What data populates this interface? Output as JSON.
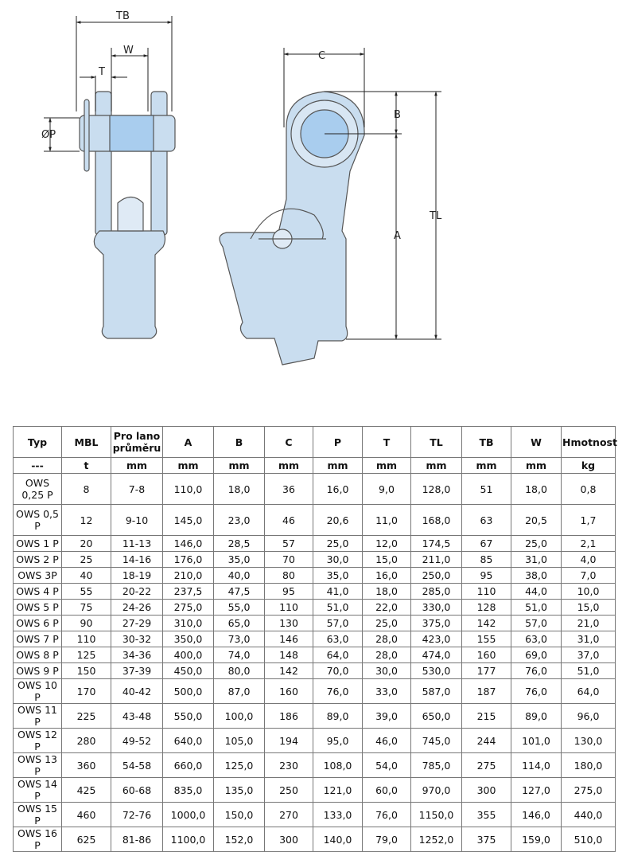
{
  "drawing": {
    "labels": {
      "TB": "TB",
      "W": "W",
      "T": "T",
      "P": "ØP",
      "C": "C",
      "B": "B",
      "A": "A",
      "TL": "TL"
    },
    "fill_color": "#c9ddef",
    "outline_color": "#555555"
  },
  "table": {
    "headers": [
      "Typ",
      "MBL",
      "Pro lano průměru",
      "A",
      "B",
      "C",
      "P",
      "T",
      "TL",
      "TB",
      "W",
      "Hmotnost"
    ],
    "units": [
      "---",
      "t",
      "mm",
      "mm",
      "mm",
      "mm",
      "mm",
      "mm",
      "mm",
      "mm",
      "mm",
      "kg"
    ],
    "rows": [
      [
        "OWS 0,25 P",
        "8",
        "7-8",
        "110,0",
        "18,0",
        "36",
        "16,0",
        "9,0",
        "128,0",
        "51",
        "18,0",
        "0,8"
      ],
      [
        "OWS 0,5 P",
        "12",
        "9-10",
        "145,0",
        "23,0",
        "46",
        "20,6",
        "11,0",
        "168,0",
        "63",
        "20,5",
        "1,7"
      ],
      [
        "OWS 1 P",
        "20",
        "11-13",
        "146,0",
        "28,5",
        "57",
        "25,0",
        "12,0",
        "174,5",
        "67",
        "25,0",
        "2,1"
      ],
      [
        "OWS 2 P",
        "25",
        "14-16",
        "176,0",
        "35,0",
        "70",
        "30,0",
        "15,0",
        "211,0",
        "85",
        "31,0",
        "4,0"
      ],
      [
        "OWS 3P",
        "40",
        "18-19",
        "210,0",
        "40,0",
        "80",
        "35,0",
        "16,0",
        "250,0",
        "95",
        "38,0",
        "7,0"
      ],
      [
        "OWS 4 P",
        "55",
        "20-22",
        "237,5",
        "47,5",
        "95",
        "41,0",
        "18,0",
        "285,0",
        "110",
        "44,0",
        "10,0"
      ],
      [
        "OWS 5 P",
        "75",
        "24-26",
        "275,0",
        "55,0",
        "110",
        "51,0",
        "22,0",
        "330,0",
        "128",
        "51,0",
        "15,0"
      ],
      [
        "OWS 6 P",
        "90",
        "27-29",
        "310,0",
        "65,0",
        "130",
        "57,0",
        "25,0",
        "375,0",
        "142",
        "57,0",
        "21,0"
      ],
      [
        "OWS 7 P",
        "110",
        "30-32",
        "350,0",
        "73,0",
        "146",
        "63,0",
        "28,0",
        "423,0",
        "155",
        "63,0",
        "31,0"
      ],
      [
        "OWS 8 P",
        "125",
        "34-36",
        "400,0",
        "74,0",
        "148",
        "64,0",
        "28,0",
        "474,0",
        "160",
        "69,0",
        "37,0"
      ],
      [
        "OWS 9 P",
        "150",
        "37-39",
        "450,0",
        "80,0",
        "142",
        "70,0",
        "30,0",
        "530,0",
        "177",
        "76,0",
        "51,0"
      ],
      [
        "OWS 10 P",
        "170",
        "40-42",
        "500,0",
        "87,0",
        "160",
        "76,0",
        "33,0",
        "587,0",
        "187",
        "76,0",
        "64,0"
      ],
      [
        "OWS 11 P",
        "225",
        "43-48",
        "550,0",
        "100,0",
        "186",
        "89,0",
        "39,0",
        "650,0",
        "215",
        "89,0",
        "96,0"
      ],
      [
        "OWS 12 P",
        "280",
        "49-52",
        "640,0",
        "105,0",
        "194",
        "95,0",
        "46,0",
        "745,0",
        "244",
        "101,0",
        "130,0"
      ],
      [
        "OWS 13 P",
        "360",
        "54-58",
        "660,0",
        "125,0",
        "230",
        "108,0",
        "54,0",
        "785,0",
        "275",
        "114,0",
        "180,0"
      ],
      [
        "OWS 14 P",
        "425",
        "60-68",
        "835,0",
        "135,0",
        "250",
        "121,0",
        "60,0",
        "970,0",
        "300",
        "127,0",
        "275,0"
      ],
      [
        "OWS 15 P",
        "460",
        "72-76",
        "1000,0",
        "150,0",
        "270",
        "133,0",
        "76,0",
        "1150,0",
        "355",
        "146,0",
        "440,0"
      ],
      [
        "OWS 16 P",
        "625",
        "81-86",
        "1100,0",
        "152,0",
        "300",
        "140,0",
        "79,0",
        "1252,0",
        "375",
        "159,0",
        "510,0"
      ]
    ]
  }
}
